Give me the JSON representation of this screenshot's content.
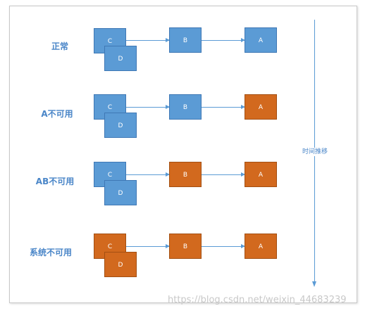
{
  "rows": [
    {
      "label": "正常",
      "c": "C",
      "d": "D",
      "b": "B",
      "a": "A",
      "c_color": "#5b9bd5",
      "d_color": "#5b9bd5",
      "b_color": "#5b9bd5",
      "a_color": "#5b9bd5"
    },
    {
      "label": "A不可用",
      "c": "C",
      "d": "D",
      "b": "B",
      "a": "A",
      "c_color": "#5b9bd5",
      "d_color": "#5b9bd5",
      "b_color": "#5b9bd5",
      "a_color": "#d2691e"
    },
    {
      "label": "AB不可用",
      "c": "C",
      "d": "D",
      "b": "B",
      "a": "A",
      "c_color": "#5b9bd5",
      "d_color": "#5b9bd5",
      "b_color": "#d2691e",
      "a_color": "#d2691e"
    },
    {
      "label": "系统不可用",
      "c": "C",
      "d": "D",
      "b": "B",
      "a": "A",
      "c_color": "#d2691e",
      "d_color": "#d2691e",
      "b_color": "#d2691e",
      "a_color": "#d2691e"
    }
  ],
  "timeline_label": "时间推移",
  "watermark": "https://blog.csdn.net/weixin_44683239"
}
